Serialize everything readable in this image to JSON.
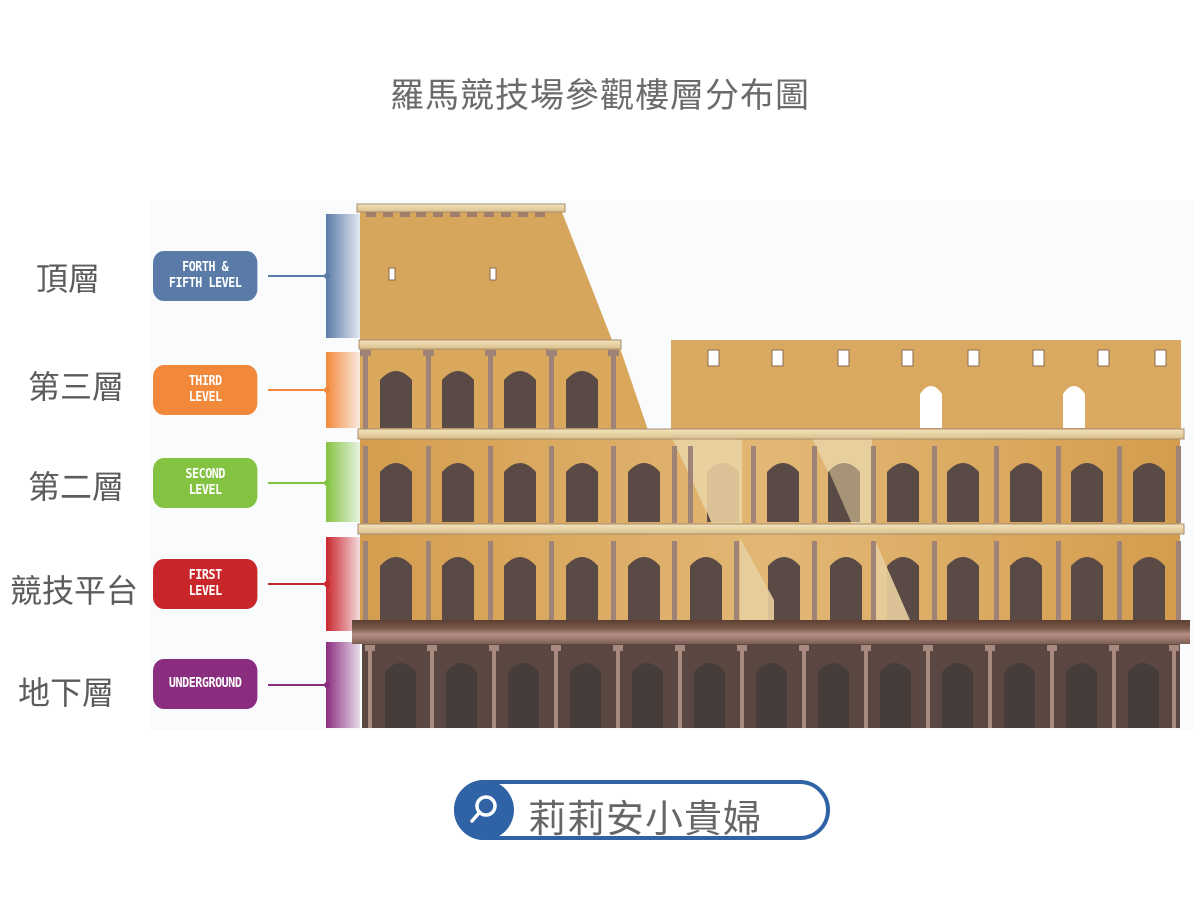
{
  "title": "羅馬競技場參觀樓層分布圖",
  "levels": [
    {
      "cn_label": "頂層",
      "badge_line1": "FORTH &",
      "badge_line2": "FIFTH LEVEL",
      "color": "#5a7ba8"
    },
    {
      "cn_label": "第三層",
      "badge_line1": "THIRD",
      "badge_line2": "LEVEL",
      "color": "#f2893a"
    },
    {
      "cn_label": "第二層",
      "badge_line1": "SECOND",
      "badge_line2": "LEVEL",
      "color": "#84c341"
    },
    {
      "cn_label": "競技平台",
      "badge_line1": "FIRST",
      "badge_line2": "LEVEL",
      "color": "#c9262c"
    },
    {
      "cn_label": "地下層",
      "badge_line1": "UNDERGROUND",
      "badge_line2": "",
      "color": "#8a2d7f"
    }
  ],
  "colosseum": {
    "stone_color": "#d9a85c",
    "stone_light": "#e8c890",
    "arch_color": "#5a4a45",
    "column_color": "#9c7c72",
    "ledge_color": "#ecd9a8",
    "underground_color": "#5a4640",
    "underground_arch": "#463d3b"
  },
  "footer": {
    "icon": "search-icon",
    "text": "莉莉安小貴婦",
    "color": "#2f63a6"
  }
}
